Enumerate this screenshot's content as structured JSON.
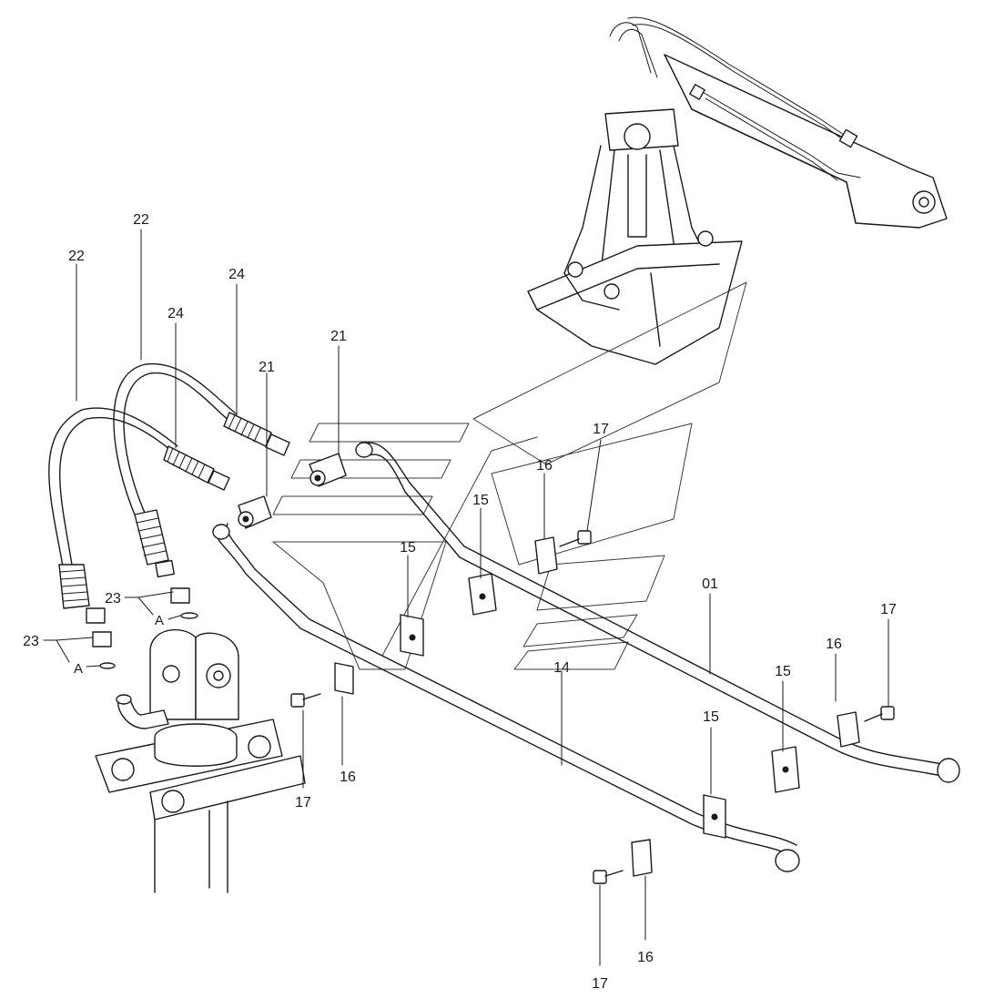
{
  "labels": {
    "pipe_01": "01",
    "pipe_14": "14",
    "clamp_15": "15",
    "clamp_16": "16",
    "bolt_17": "17",
    "elbow_21": "21",
    "hose_22": "22",
    "adapter_23": "23",
    "spring_24": "24",
    "oring_A": "A"
  },
  "colors": {
    "ink": "#1a1a1a",
    "paper": "#ffffff"
  }
}
